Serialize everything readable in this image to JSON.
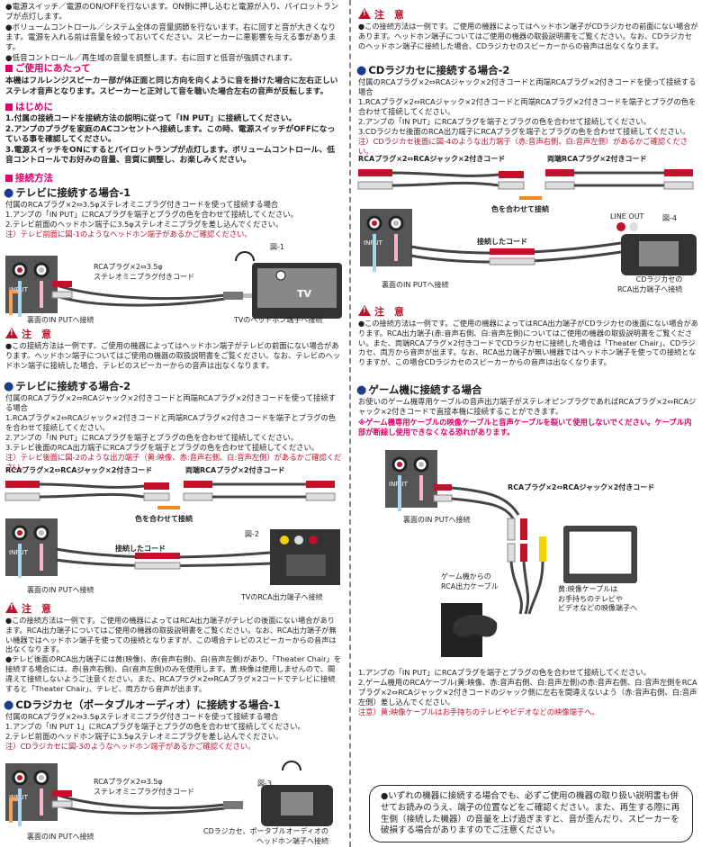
{
  "left": {
    "top_items": [
      "●電源スイッチ／電源のON/OFFを行ないます。ON側に押し込むと電源が入り、パイロットランプが点灯します。",
      "●ボリュームコントロール／システム全体の音量調節を行ないます。右に回すと音が大きくなります。電源を入れる前は音量を絞っておいてください。スピーカーに悪影響を与える事があります。",
      "●低音コントロール／再生域の音量を調整します。右に回すと低音が強調されます。"
    ],
    "usage": {
      "heading": "ご使用にあたって",
      "text": "本機はフルレンジスピーカー部が体正面と同じ方向を向くように音を掛けた場合に左右正しいステレオ音声となります。スピーカーと正対して音を聴いた場合左右の音声が反転します。"
    },
    "intro": {
      "heading": "はじめに",
      "items": [
        "1.付属の接続コードを接続方法の説明に従って「IN PUT」に接続してください。",
        "2.アンプのプラグを家庭のACコンセントへ接続します。この時、電源スイッチがOFFになっている事を確認してください。",
        "3.電源スイッチをONにするとパイロットランプが点灯します。ボリュームコントロール、低音コントロールでお好みの音量、音質に調整し、お楽しみください。"
      ]
    },
    "method_heading": "接続方法",
    "tv1": {
      "heading": "テレビに接続する場合-1",
      "lines": [
        "付属のRCAプラグ×2⇔3.5φステレオミニプラグ付きコードを使って接続する場合",
        "1.アンプの「IN PUT」にRCAプラグを端子とプラグの色を合わせて接続してください。",
        "2.テレビ前面のヘッドホン端子に3.5φステレオミニプラグを差し込んでください。"
      ],
      "note": "注）テレビ前面に図-1のようなヘッドホン端子があるかご確認ください。",
      "fig": "図-1",
      "cord": "RCAプラグ×2⇔3.5φ\nステレオミニプラグ付きコード",
      "tv": "TV",
      "input": "INPUT",
      "cap_l": "裏面のIN PUTへ接続",
      "cap_r": "TVのヘッドホン端子へ接続"
    },
    "warn1": {
      "heading": "注　意",
      "text": "●この接続方法は一例です。ご使用の機器によってはヘッドホン端子がテレビの前面にない場合があります。ヘッドホン端子についてはご使用の機器の取扱説明書をご覧ください。なお、テレビのヘッドホン端子に接続した場合、テレビのスピーカーからの音声は出なくなります。"
    },
    "tv2": {
      "heading": "テレビに接続する場合-2",
      "lines": [
        "付属のRCAプラグ×2⇔RCAジャック×2付きコードと両端RCAプラグ×2付きコードを使って接続する場合",
        "1.RCAプラグ×2⇔RCAジャック×2付きコードと両端RCAプラグ×2付きコードを端子とプラグの色を合わせて接続してください。",
        "2.アンプの「IN PUT」にRCAプラグを端子とプラグの色を合わせて接続してください。",
        "3.テレビ後面のRCA出力端子にRCAプラグを端子とプラグの色を合わせて接続してください。"
      ],
      "note": "注）テレビ後面に図-2のような出力端子（黄:映像、赤:音声右側、白:音声左側）があるかご確認ください。",
      "cord_a": "RCAプラグ×2⇔RCAジャック×2付きコード",
      "cord_b": "両端RCAプラグ×2付きコード",
      "match": "色を合わせて接続",
      "joined": "接続したコード",
      "fig": "図-2",
      "input": "INPUT",
      "cap_l": "裏面のIN PUTへ接続",
      "cap_r": "TVのRCA出力端子へ接続"
    },
    "warn2": {
      "heading": "注　意",
      "items": [
        "●この接続方法は一例です。ご使用の機器によってはRCA出力端子がテレビの後面にない場合があります。RCA出力端子についてはご使用の機器の取扱説明書をご覧ください。なお、RCA出力端子が無い機器ではヘッドホン端子を使っての接続となりますが、この場合テレビのスピーカーからの音声は出なくなります。",
        "●テレビ後面のRCA出力端子には黄(映像)、赤(音声右側)、白(音声左側)があり、「Theater Chair」を接続する場合には、赤(音声右側)、白(音声左側)のみを使用します。黄:映像は使用しませんので、間違えて接続しないようご注意ください。また、RCAプラグ×2⇔RCAプラグ×2コードでテレビに接続すると「Theater Chair」、テレビ、両方から音声が出ます。"
      ]
    },
    "cd1": {
      "heading": "CDラジカセ（ポータブルオーディオ）に接続する場合-1",
      "lines": [
        "付属のRCAプラグ×2⇔3.5φステレオミニプラグ付きコードを使って接続する場合",
        "1.アンプの「IN PUT 1」にRCAプラグを端子とプラグの色を合わせて接続してください。",
        "2.テレビ前面のヘッドホン端子に3.5φステレオミニプラグを差し込んでください。"
      ],
      "note": "注）CDラジカセに図-3のようなヘッドホン端子があるかご確認ください。",
      "fig": "図-3",
      "cord": "RCAプラグ×2⇔3.5φ\nステレオミニプラグ付きコード",
      "input": "INPUT",
      "cap_l": "裏面のIN PUTへ接続",
      "cap_r": "CDラジカセ、ポータブルオーディオの\nヘッドホン端子へ接続"
    }
  },
  "right": {
    "warn0": {
      "heading": "注　意",
      "text": "●この接続方法は一例です。ご使用の機器によってはヘッドホン端子がCDラジカセの前面にない場合があります。ヘッドホン端子についてはご使用の機器の取扱説明書をご覧ください。なお、CDラジカセのヘッドホン端子に接続した場合、CDラジカセのスピーカーからの音声は出なくなります。"
    },
    "cd2": {
      "heading": "CDラジカセに接続する場合-2",
      "lines": [
        "付属のRCAプラグ×2⇔RCAジャック×2付きコードと両端RCAプラグ×2付きコードを使って接続する場合",
        "1.RCAプラグ×2⇔RCAジャック×2付きコードと両端RCAプラグ×2付きコードを端子とプラグの色を合わせて接続してください。",
        "2.アンプの「IN PUT」にRCAプラグを端子とプラグの色を合わせて接続してください。",
        "3.CDラジカセ後面のRCA出力端子にRCAプラグを端子とプラグの色を合わせて接続してください。"
      ],
      "note": "注）CDラジカセ後面に図-4のような出力端子（赤:音声右側、白:音声左側）があるかご確認ください。",
      "cord_a": "RCAプラグ×2⇔RCAジャック×2付きコード",
      "cord_b": "両端RCAプラグ×2付きコード",
      "match": "色を合わせて接続",
      "joined": "接続したコード",
      "lineout": "LINE OUT",
      "fig": "図-4",
      "input": "INPUT",
      "cap_l": "裏面のIN PUTへ接続",
      "cap_r": "CDラジカセの\nRCA出力端子へ接続"
    },
    "warn1": {
      "heading": "注　意",
      "text": "●この接続方法は一例です。ご使用の機器によってはRCA出力端子がCDラジカセの後面にない場合があります。RCA出力端子(赤:音声右側、白:音声左側)についてはご使用の機器の取扱説明書をご覧ください。また、両端RCAプラグ×2付きコードでCDラジカセに接続した場合は「Theater Chair」、CDラジカセ、両方から音声が出ます。なお、RCA出力端子が無い機器ではヘッドホン端子を使っての接続となりますが、この場合CDラジカセのスピーカーからの音声は出なくなります。"
    },
    "game": {
      "heading": "ゲーム機に接続する場合",
      "text": "お使いのゲーム機専用ケーブルの音声出力端子がステレオピンプラグであればRCAプラグ×2⇔RCAジャック×2付きコードで直接本機に接続することができます。",
      "warning": "※ゲーム機専用ケーブルの映像ケーブルと音声ケーブルを裂いて使用しないでください。ケーブル内部が断線し使用できなくなる恐れがあります。",
      "cord": "RCAプラグ×2⇔RCAジャック×2付きコード",
      "input": "INPUT",
      "cap_l": "裏面のIN PUTへ接続",
      "cap_game": "ゲーム機からの\nRCA出力ケーブル",
      "cap_video": "黄:映像ケーブルは\nお手持ちのテレビや\nビデオなどの映像端子へ",
      "steps": [
        "1.アンプの「IN PUT」にRCAプラグを端子とプラグの色を合わせて接続してください。",
        "2.ゲーム機用のRCAケーブル(黄:映像、赤:音声右側、白:音声左側)の赤:音声右側、白:音声左側をRCAプラグ×2⇔RCAジャック×2付きコードのジャック側に左右を間違えないよう（赤:音声右側、白:音声左側）差し込んでください。"
      ],
      "note": "注意）黄:映像ケーブルはお手持ちのテレビやビデオなどの映像端子へ。"
    },
    "box": "●いずれの機器に接続する場合でも、必ずご使用の機器の取り扱い説明書も併せてお読みのうえ、端子の位置などをご確認ください。また、再生する際に再生側（接続した機器）の音量を上げ過ぎますと、音が歪んだり、スピーカーを破損する場合がありますのでご注意ください。"
  }
}
